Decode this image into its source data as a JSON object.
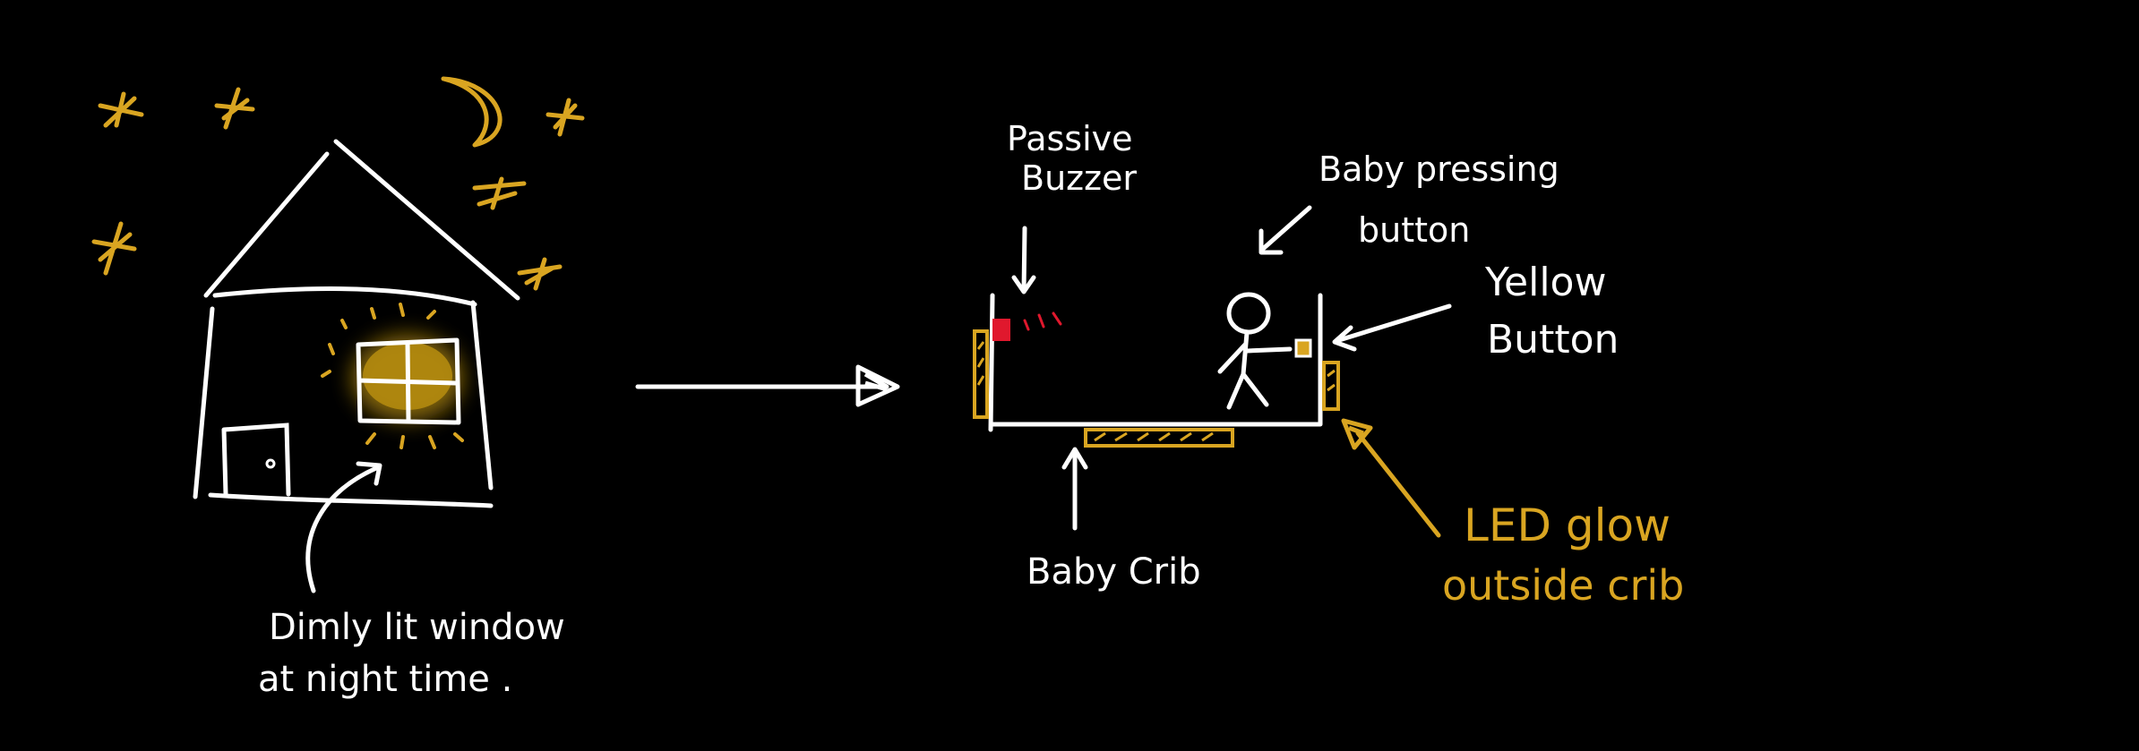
{
  "colors": {
    "background": "#000000",
    "ink": "#ffffff",
    "glow": "#d9a521",
    "buzzer": "#e0182d"
  },
  "scene_left": {
    "caption_line1": "Dimly lit window",
    "caption_line2": "at night time ."
  },
  "scene_right": {
    "buzzer_label_line1": "Passive",
    "buzzer_label_line2": "Buzzer",
    "baby_label_line1": "Baby pressing",
    "baby_label_line2": "button",
    "button_label_line1": "Yellow",
    "button_label_line2": "Button",
    "crib_label": "Baby Crib",
    "led_label_line1": "LED glow",
    "led_label_line2": "outside crib"
  }
}
